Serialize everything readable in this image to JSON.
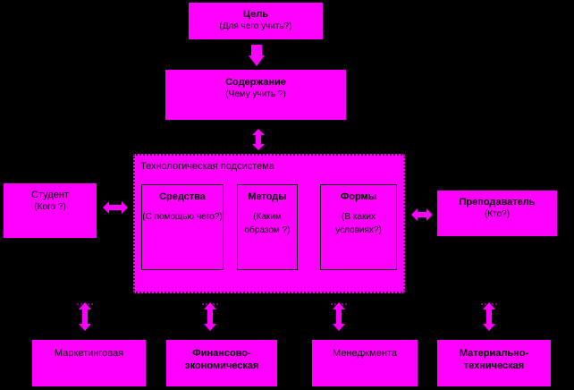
{
  "colors": {
    "box": "#ff00ff",
    "background": "#000000",
    "arrow": "#ff00ff"
  },
  "goal": {
    "title": "Цель",
    "subtitle": "(Для чего учить?)"
  },
  "content": {
    "title": "Содержание",
    "subtitle": "(Чему учить ?)"
  },
  "subsystem": {
    "title": "Технологическая подсистема",
    "means": {
      "title": "Средства",
      "line1": "(С помощью",
      "line2": "чего?)"
    },
    "methods": {
      "title": "Методы",
      "line1": "(Каким",
      "line2": "образом ?)"
    },
    "forms": {
      "title": "Формы",
      "line1": "(В каких",
      "line2": "условиях?)"
    }
  },
  "student": {
    "title": "Студент",
    "subtitle": "(Кого ?)"
  },
  "teacher": {
    "title": "Преподаватель",
    "subtitle": "(Кто?)"
  },
  "bottom": {
    "marketing": {
      "line1": "Маркетинговая"
    },
    "finance": {
      "line1": "Финансово-",
      "line2": "экономическая"
    },
    "management": {
      "line1": "Менеджмента"
    },
    "material": {
      "line1": "Материально-",
      "line2": "техническая"
    }
  }
}
